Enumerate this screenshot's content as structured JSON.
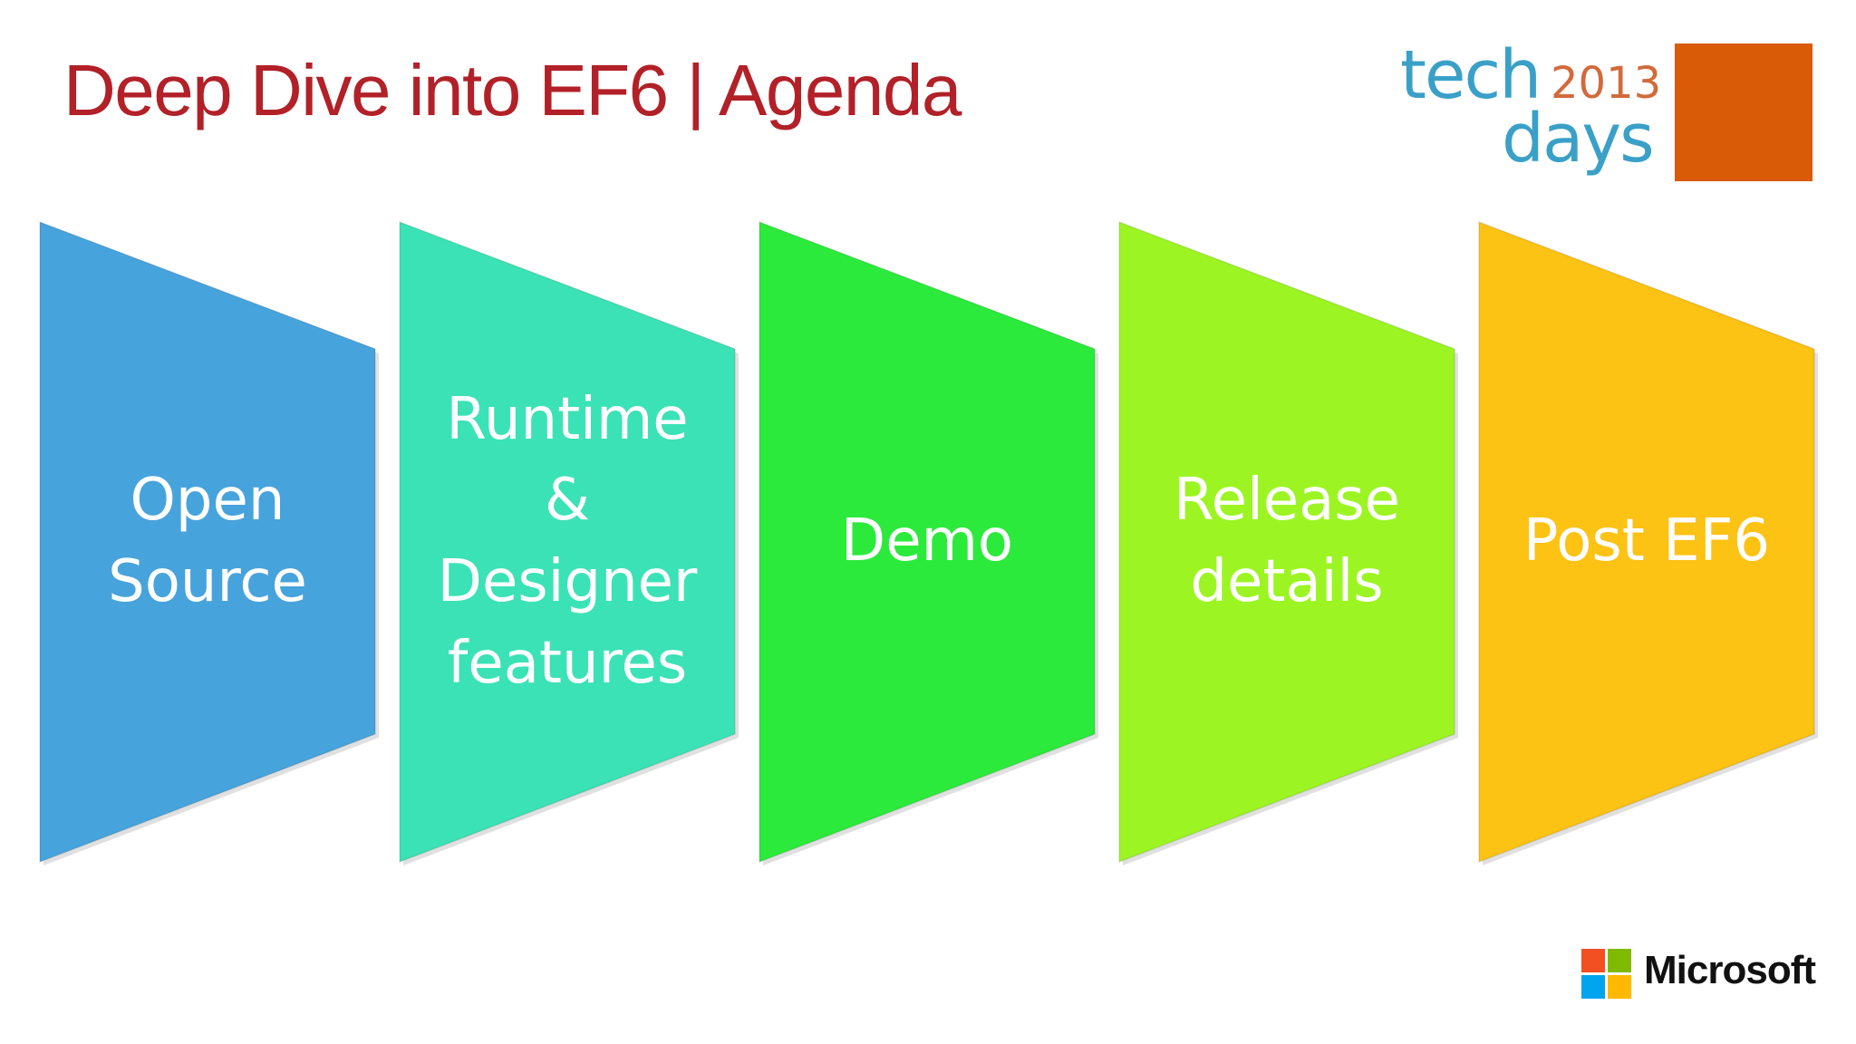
{
  "slide": {
    "title": "Deep Dive into EF6 | Agenda",
    "title_color": "#b22028"
  },
  "logo": {
    "word_top": "tech",
    "word_bottom": "days",
    "year": "2013",
    "text_color": "#3aa0c8",
    "year_color": "#d26a3a",
    "square_color": "#d95b07"
  },
  "agenda": {
    "items": [
      {
        "label": "Open\nSource",
        "color": "#47a3dc"
      },
      {
        "label": "Runtime\n&\nDesigner\nfeatures",
        "color": "#3be2b6"
      },
      {
        "label": "Demo",
        "color": "#2cea3c"
      },
      {
        "label": "Release\ndetails",
        "color": "#9cf522"
      },
      {
        "label": "Post EF6",
        "color": "#fcc214"
      }
    ]
  },
  "footer": {
    "brand": "Microsoft",
    "brand_colors": [
      "#f25022",
      "#7fba00",
      "#00a4ef",
      "#ffb900"
    ]
  }
}
